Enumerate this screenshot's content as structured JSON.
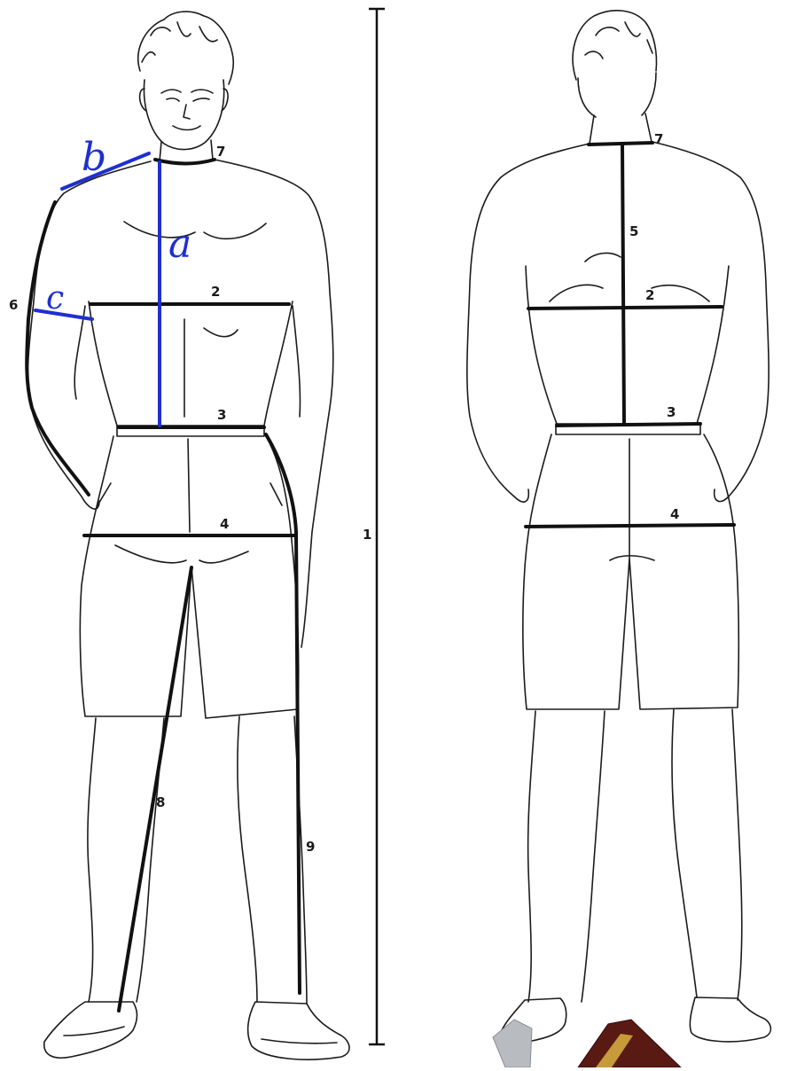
{
  "colors": {
    "ink": "#1b1b1b",
    "measure": "#111111",
    "annotation": "#1f2fd0",
    "background": "#ffffff"
  },
  "front_view": {
    "labels": {
      "m2": "2",
      "m3": "3",
      "m4": "4",
      "m6": "6",
      "m7": "7",
      "m8": "8",
      "m9": "9"
    },
    "annotations": {
      "b": "b",
      "a": "a",
      "c": "c"
    }
  },
  "height_line": {
    "label": "1"
  },
  "back_view": {
    "labels": {
      "m2": "2",
      "m3": "3",
      "m4": "4",
      "m5": "5",
      "m7": "7"
    }
  }
}
